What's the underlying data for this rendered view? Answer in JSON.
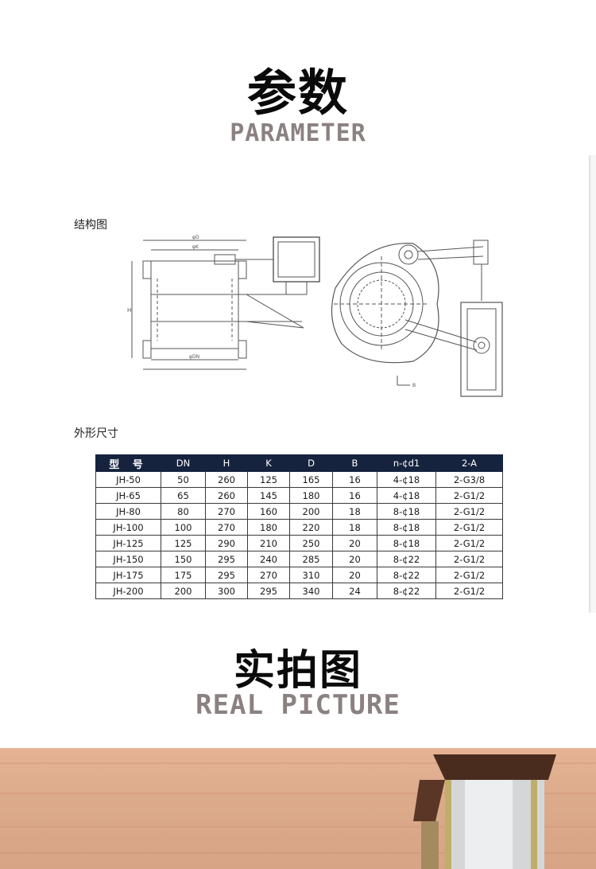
{
  "title": {
    "cn": "参数",
    "en": "PARAMETER"
  },
  "structure_label": "结构图",
  "dims_label": "外形尺寸",
  "table": {
    "headers": [
      "型 号",
      "DN",
      "H",
      "K",
      "D",
      "B",
      "n-¢d1",
      "2-A"
    ],
    "rows": [
      [
        "JH-50",
        "50",
        "260",
        "125",
        "165",
        "16",
        "4-¢18",
        "2-G3/8"
      ],
      [
        "JH-65",
        "65",
        "260",
        "145",
        "180",
        "16",
        "4-¢18",
        "2-G1/2"
      ],
      [
        "JH-80",
        "80",
        "270",
        "160",
        "200",
        "18",
        "8-¢18",
        "2-G1/2"
      ],
      [
        "JH-100",
        "100",
        "270",
        "180",
        "220",
        "18",
        "8-¢18",
        "2-G1/2"
      ],
      [
        "JH-125",
        "125",
        "290",
        "210",
        "250",
        "20",
        "8-¢18",
        "2-G1/2"
      ],
      [
        "JH-150",
        "150",
        "295",
        "240",
        "285",
        "20",
        "8-¢22",
        "2-G1/2"
      ],
      [
        "JH-175",
        "175",
        "295",
        "270",
        "310",
        "20",
        "8-¢22",
        "2-G1/2"
      ],
      [
        "JH-200",
        "200",
        "300",
        "295",
        "340",
        "24",
        "8-¢22",
        "2-G1/2"
      ]
    ]
  },
  "photo_heading": {
    "cn": "实拍图",
    "en": "REAL PICTURE"
  },
  "drawing_labels": {
    "phi_d": "φD",
    "phi_k": "φK",
    "phi_dn": "φDN",
    "h": "H",
    "b": "B"
  },
  "colors": {
    "table_header": "#16233f",
    "heading_en": "#8a8180",
    "wood": "#dcab8b"
  }
}
